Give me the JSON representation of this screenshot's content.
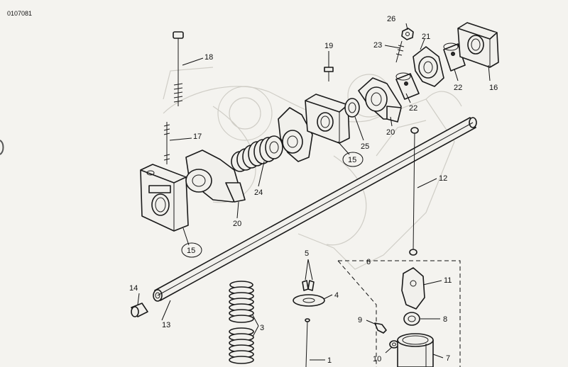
{
  "document": {
    "code": "0107081"
  },
  "callouts": [
    {
      "id": "c1",
      "text": "1"
    },
    {
      "id": "c3",
      "text": "3"
    },
    {
      "id": "c4",
      "text": "4"
    },
    {
      "id": "c5",
      "text": "5"
    },
    {
      "id": "c6",
      "text": "6"
    },
    {
      "id": "c7",
      "text": "7"
    },
    {
      "id": "c8",
      "text": "8"
    },
    {
      "id": "c9",
      "text": "9"
    },
    {
      "id": "c10",
      "text": "10"
    },
    {
      "id": "c11",
      "text": "11"
    },
    {
      "id": "c12",
      "text": "12"
    },
    {
      "id": "c13",
      "text": "13"
    },
    {
      "id": "c14",
      "text": "14"
    },
    {
      "id": "c15a",
      "text": "15"
    },
    {
      "id": "c15b",
      "text": "15"
    },
    {
      "id": "c16",
      "text": "16"
    },
    {
      "id": "c17",
      "text": "17"
    },
    {
      "id": "c18",
      "text": "18"
    },
    {
      "id": "c19",
      "text": "19"
    },
    {
      "id": "c20a",
      "text": "20"
    },
    {
      "id": "c20b",
      "text": "20"
    },
    {
      "id": "c21",
      "text": "21"
    },
    {
      "id": "c22a",
      "text": "22"
    },
    {
      "id": "c22b",
      "text": "22"
    },
    {
      "id": "c23",
      "text": "23"
    },
    {
      "id": "c24",
      "text": "24"
    },
    {
      "id": "c25",
      "text": "25"
    },
    {
      "id": "c26",
      "text": "26"
    }
  ]
}
